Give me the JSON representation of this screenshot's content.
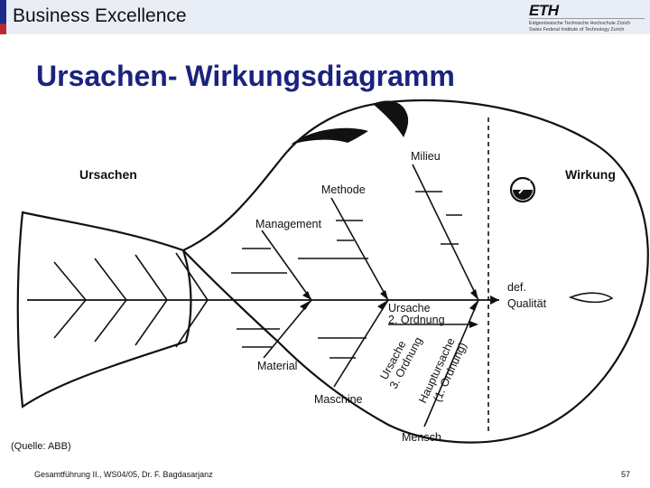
{
  "header": {
    "section_title": "Business Excellence",
    "logo": {
      "mark": "ETH",
      "line1": "Eidgenössische Technische Hochschule Zürich",
      "line2": "Swiss Federal Institute of Technology Zurich"
    }
  },
  "slide": {
    "title": "Ursachen- Wirkungsdiagramm"
  },
  "diagram": {
    "ursachen": "Ursachen",
    "wirkung": "Wirkung",
    "milieu": "Milieu",
    "methode": "Methode",
    "management": "Management",
    "material": "Material",
    "maschine": "Maschine",
    "mensch": "Mensch",
    "ursache_2_line1": "Ursache",
    "ursache_2_line2": "2. Ordnung",
    "ursache_3_line1": "Ursache",
    "ursache_3_line2": "3. Ordnung",
    "haupt_line1": "Hauptursache",
    "haupt_line2": "(1. Ordnung)",
    "effect_line1": "def.",
    "effect_line2": "Qualität"
  },
  "footer": {
    "source": "(Quelle: ABB)",
    "course": "Gesamtführung II., WS04/05, Dr. F. Bagdasarjanz",
    "page": "57"
  }
}
